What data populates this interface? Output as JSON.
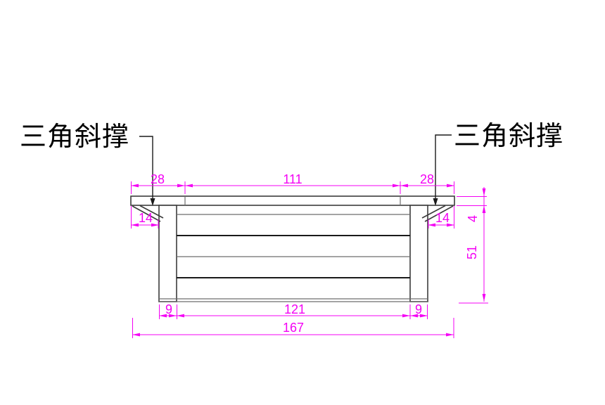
{
  "annotations": {
    "left_label": "三角斜撑",
    "right_label": "三角斜撑"
  },
  "dimensions": {
    "top_left_overhang": "28",
    "top_center_span": "111",
    "top_right_overhang": "28",
    "left_brace_width": "14",
    "right_brace_width": "14",
    "tabletop_thickness": "4",
    "body_height": "51",
    "bottom_left_leg": "9",
    "bottom_center_span": "121",
    "bottom_right_leg": "9",
    "overall_width": "167"
  },
  "colors": {
    "dimension_color": "#f400f4",
    "structure_color": "#3c3c3c",
    "label_color": "#000000",
    "background": "#ffffff"
  }
}
